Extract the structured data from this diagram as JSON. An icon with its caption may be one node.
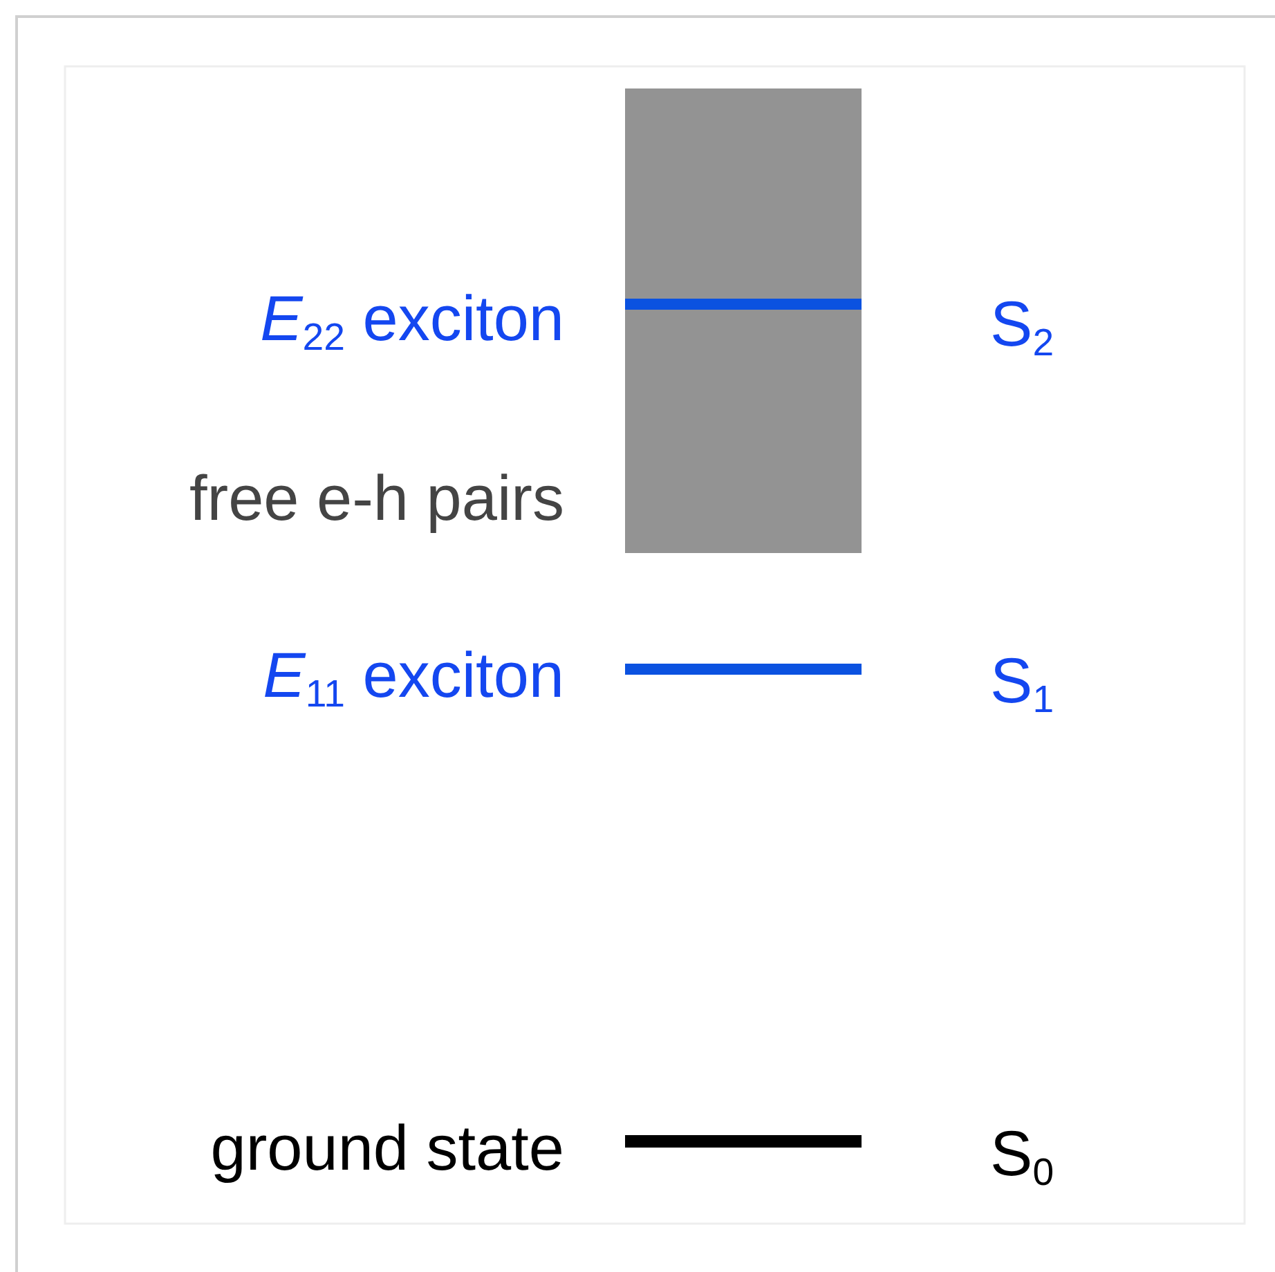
{
  "diagram": {
    "labels": [
      "*E*$_{22}$ exciton",
      "S$_{2}$",
      "free e-h pairs",
      "*E*$_{11}$ exciton",
      "S$_{1}$",
      "ground state",
      "S$_{0}$"
    ]
  }
}
